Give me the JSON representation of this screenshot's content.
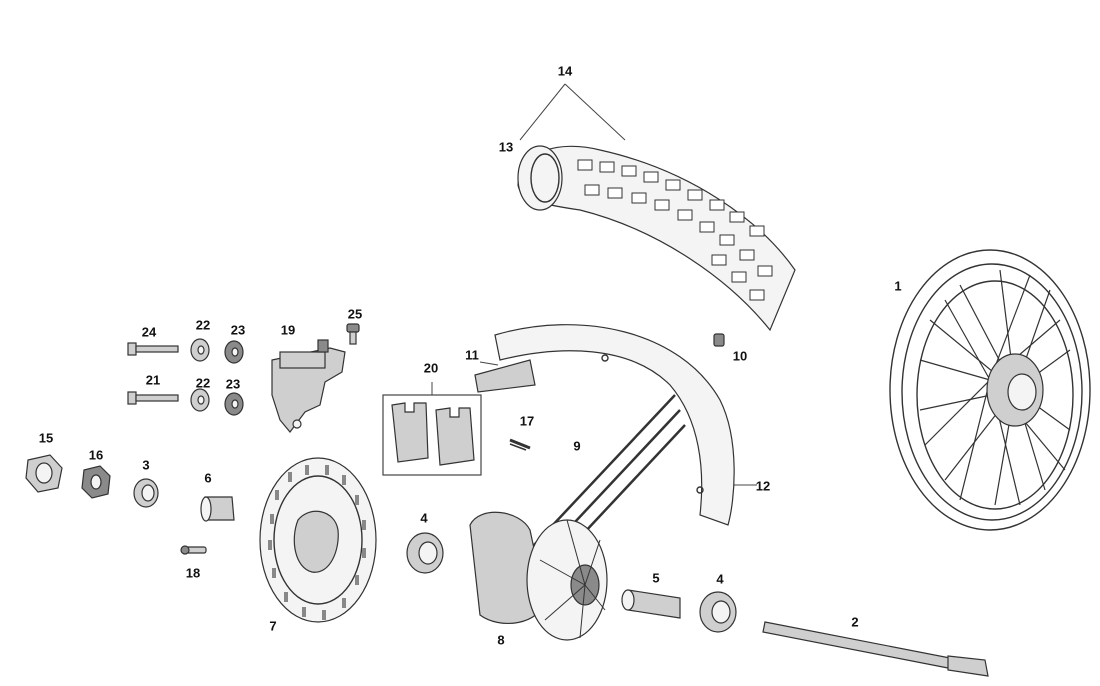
{
  "labels": {
    "l1": "1",
    "l2": "2",
    "l3": "3",
    "l4a": "4",
    "l4b": "4",
    "l5": "5",
    "l6": "6",
    "l7": "7",
    "l8": "8",
    "l9": "9",
    "l10": "10",
    "l11": "11",
    "l12": "12",
    "l13": "13",
    "l14": "14",
    "l15": "15",
    "l16": "16",
    "l17": "17",
    "l18": "18",
    "l19": "19",
    "l20": "20",
    "l21": "21",
    "l22a": "22",
    "l22b": "22",
    "l23a": "23",
    "l23b": "23",
    "l24": "24",
    "l25": "25"
  }
}
